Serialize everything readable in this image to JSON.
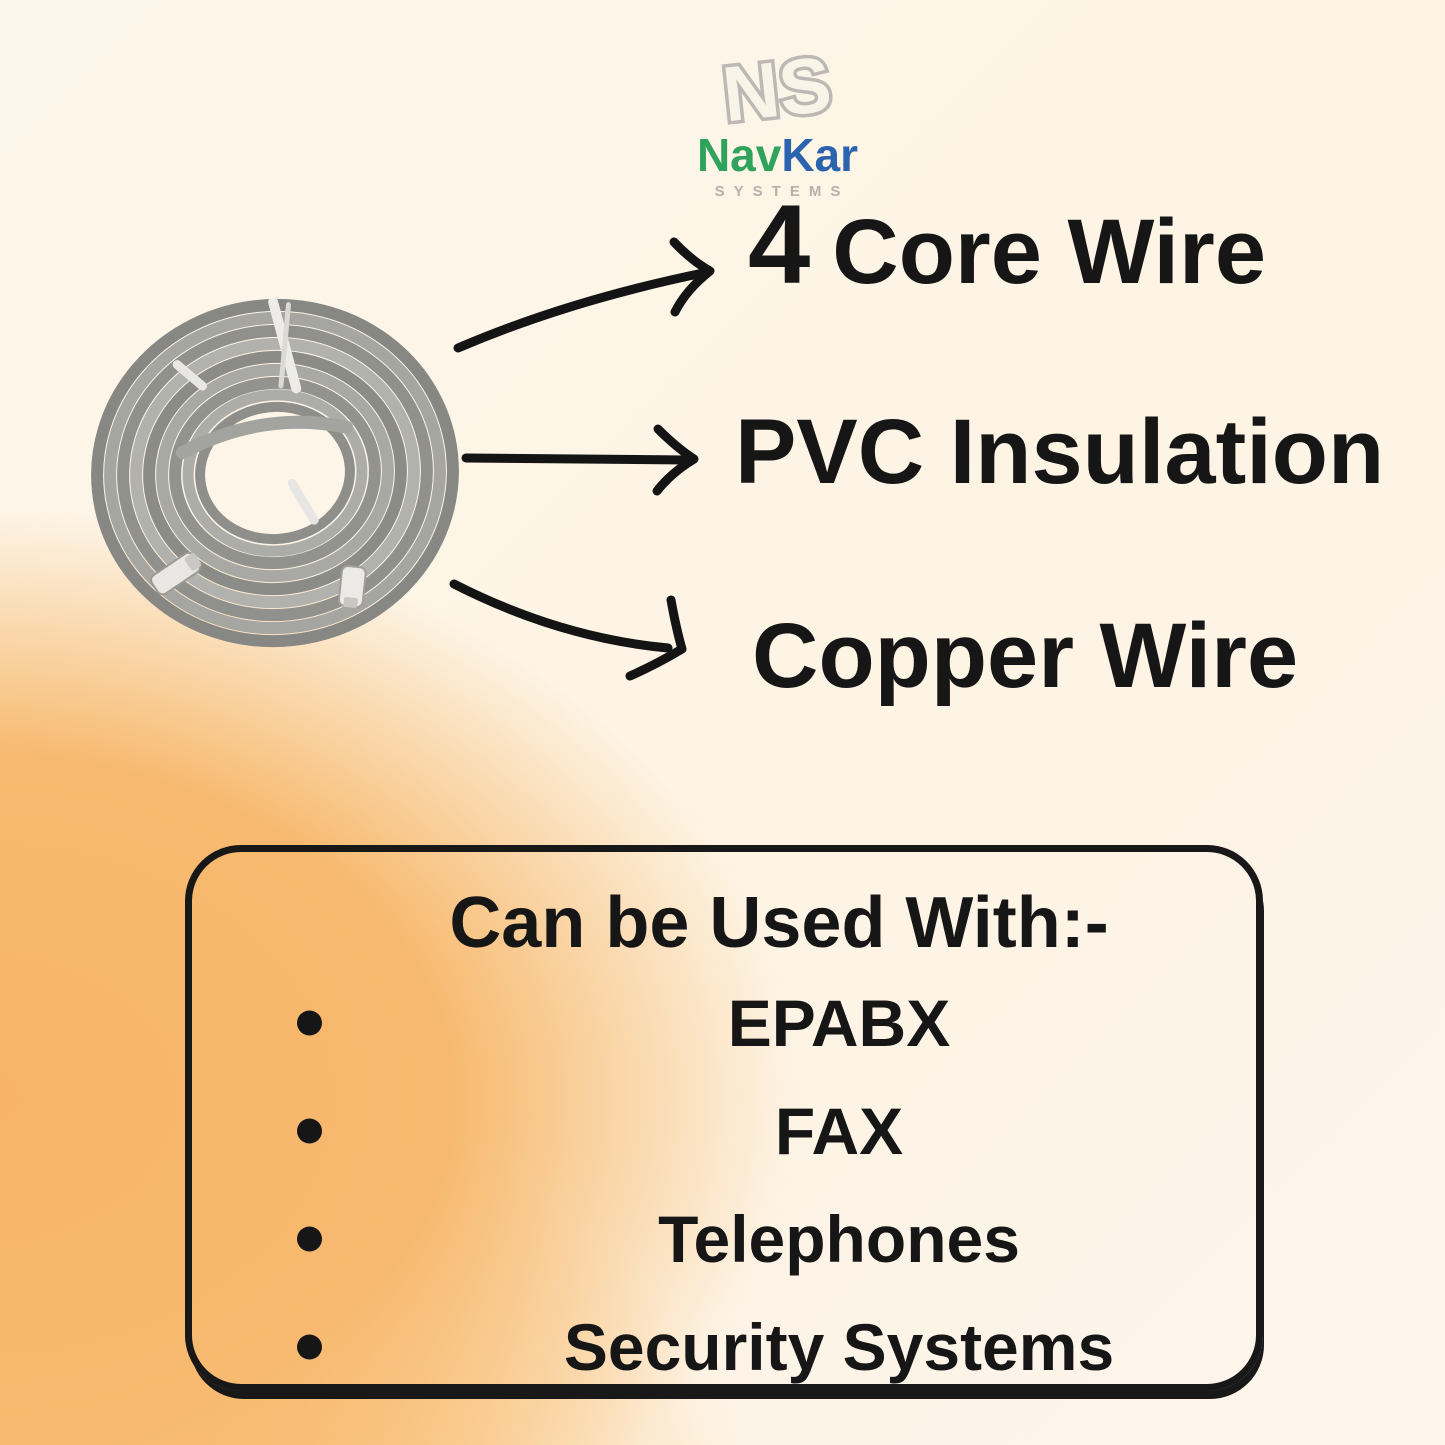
{
  "brand": {
    "monogram": "NS",
    "name_green": "Nav",
    "name_blue": "Kar",
    "tagline": "SYSTEMS"
  },
  "features": [
    {
      "prefix": "4",
      "label": "Core Wire"
    },
    {
      "label": "PVC Insulation"
    },
    {
      "label": "Copper Wire"
    }
  ],
  "usage_box": {
    "title": "Can be Used With:-",
    "items": [
      "EPABX",
      "FAX",
      "Telephones",
      "Security Systems"
    ]
  },
  "product": {
    "description": "coil of grey 4-core telephone wire with white ties and connectors"
  },
  "colors": {
    "background_cream": "#fdf5e8",
    "accent_orange": "#f8b45d",
    "text_black": "#161616",
    "brand_green": "#2fa35c",
    "brand_blue": "#2b63ae",
    "logo_grey": "#b9b5b1",
    "coil_grey": "#9a9a96"
  }
}
